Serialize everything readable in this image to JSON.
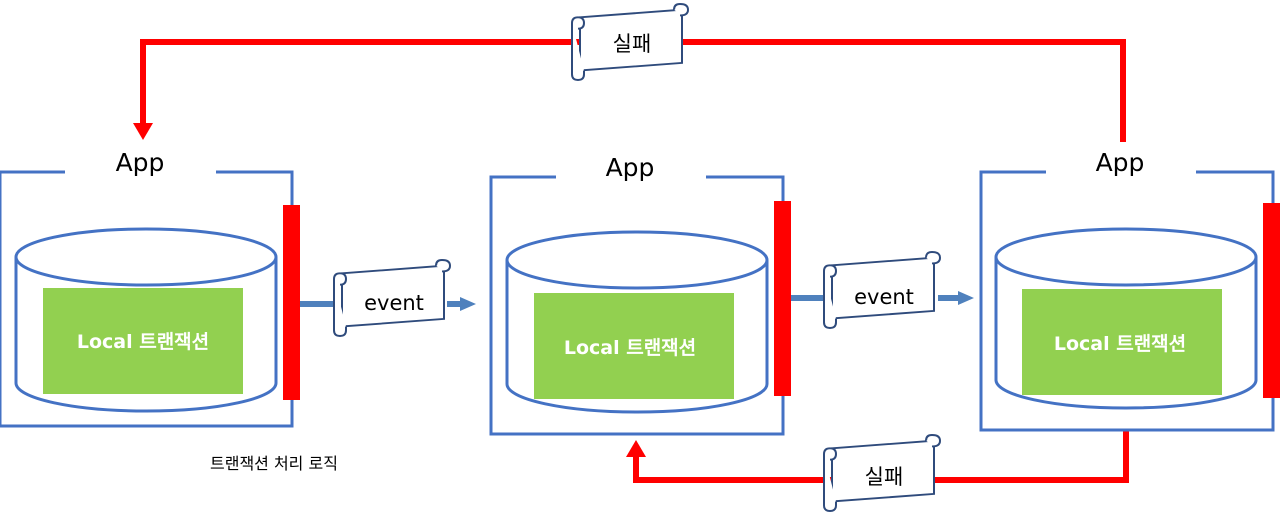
{
  "apps": [
    {
      "title": "App",
      "local_label": "Local 트랜잭션"
    },
    {
      "title": "App",
      "local_label": "Local 트랜잭션"
    },
    {
      "title": "App",
      "local_label": "Local 트랜잭션"
    }
  ],
  "events": [
    {
      "label": "event"
    },
    {
      "label": "event"
    }
  ],
  "failures": [
    {
      "label": "실패"
    },
    {
      "label": "실패"
    }
  ],
  "caption": "트랜잭션 처리 로직",
  "colors": {
    "box_stroke": "#4472C4",
    "local_fill": "#92D050",
    "failure_arrow": "#FF0000",
    "event_arrow": "#4F81BD",
    "scroll_stroke": "#2F4B7C"
  }
}
